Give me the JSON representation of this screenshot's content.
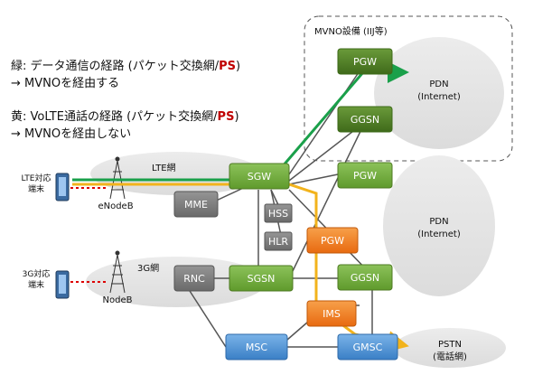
{
  "legend": {
    "green": {
      "prefix": "緑: データ通信の経路 (パケット交換網/",
      "ps": "PS",
      "suffix": ")",
      "sub": "→ MVNOを経由する"
    },
    "yellow": {
      "prefix": "黄: VoLTE通話の経路 (パケット交換網/",
      "ps": "PS",
      "suffix": ")",
      "sub": "→ MVNOを経由しない"
    }
  },
  "mvno": {
    "label": "MVNO設備 (IIJ等)"
  },
  "clouds": {
    "lte": "LTE網",
    "g3": "3G網",
    "pdn_top_1": "PDN",
    "pdn_top_2": "(Internet)",
    "pdn_mid_1": "PDN",
    "pdn_mid_2": "(Internet)",
    "pstn_1": "PSTN",
    "pstn_2": "(電話網)"
  },
  "devices": {
    "lte_1": "LTE対応",
    "lte_2": "端末",
    "g3_1": "3G対応",
    "g3_2": "端末",
    "enodeb": "eNodeB",
    "nodeb": "NodeB"
  },
  "nodes": {
    "pgw_mvno": "PGW",
    "ggsn_mvno": "GGSN",
    "sgw": "SGW",
    "pgw_mid": "PGW",
    "mme": "MME",
    "hss": "HSS",
    "hlr": "HLR",
    "pgw_orange": "PGW",
    "rnc": "RNC",
    "sgsn": "SGSN",
    "ggsn_mid": "GGSN",
    "ims": "IMS",
    "msc": "MSC",
    "gmsc": "GMSC"
  },
  "colors": {
    "green_box": "#6aa033",
    "dark_green_box": "#4e7a22",
    "gray_box": "#7a7a7a",
    "orange_box": "#ee7a1e",
    "blue_box": "#4a8fd3",
    "green_path": "#1aa04a",
    "yellow_path": "#f2b31c",
    "ps_red": "#c00000",
    "cloud": "#e6e6e6"
  }
}
